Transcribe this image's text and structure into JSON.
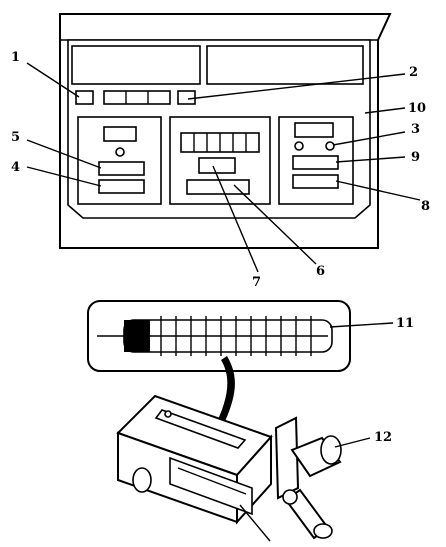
{
  "callout_labels": [
    "1",
    "2",
    "3",
    "4",
    "5",
    "6",
    "7",
    "8",
    "9",
    "10",
    "11",
    "12"
  ]
}
